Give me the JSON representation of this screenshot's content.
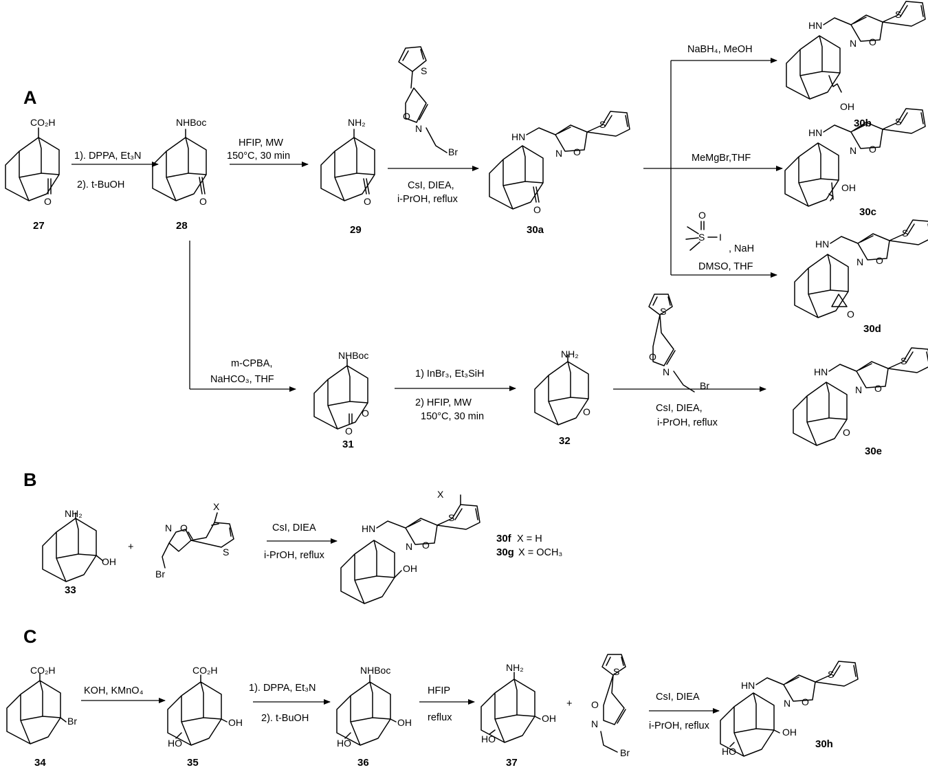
{
  "sections": {
    "a": "A",
    "b": "B",
    "c": "C"
  },
  "compounds": {
    "c27": "27",
    "c28": "28",
    "c29": "29",
    "c30a": "30a",
    "c30b": "30b",
    "c30c": "30c",
    "c30d": "30d",
    "c30e": "30e",
    "c31": "31",
    "c32": "32",
    "c33": "33",
    "c34": "34",
    "c35": "35",
    "c36": "36",
    "c37": "37",
    "c30h": "30h"
  },
  "atoms": {
    "co2h": "CO₂H",
    "nhboc": "NHBoc",
    "nh2": "NH₂",
    "o": "O",
    "oh": "OH",
    "ho": "HO",
    "hn": "HN",
    "s": "S",
    "n": "N",
    "br": "Br",
    "x": "X",
    "i": "I",
    "ring_o": "O"
  },
  "reagents": {
    "r1a": "1). DPPA, Et₃N",
    "r1b": "2). t-BuOH",
    "r2a": "HFIP, MW",
    "r2b": "150°C, 30 min",
    "r3a": "CsI, DIEA,",
    "r3b": "i-PrOH, reflux",
    "r4": "NaBH₄, MeOH",
    "r5": "MeMgBr,THF",
    "r6a": ", NaH",
    "r6b": "DMSO, THF",
    "r7a": "m-CPBA,",
    "r7b": "NaHCO₃, THF",
    "r8a": "1) InBr₃, Et₃SiH",
    "r8b": "2) HFIP, MW",
    "r8c": "150°C, 30 min",
    "r9a": "CsI, DIEA,",
    "r9b": "i-PrOH, reflux",
    "r10a": "CsI, DIEA",
    "r10b": "i-PrOH, reflux",
    "r11": "KOH, KMnO₄",
    "r12a": "1). DPPA, Et₃N",
    "r12b": "2). t-BuOH",
    "r13a": "HFIP",
    "r13b": "reflux",
    "r14a": "CsI, DIEA",
    "r14b": "i-PrOH, reflux"
  },
  "plus": "+",
  "legend": {
    "f_id": "30f",
    "f_text": "X = H",
    "g_id": "30g",
    "g_text": "X = OCH₃"
  }
}
